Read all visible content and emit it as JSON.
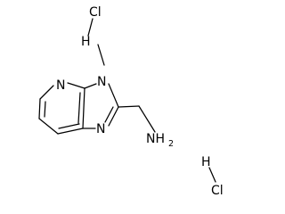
{
  "molecule": {
    "labels": {
      "hcl_top_cl": "Cl",
      "hcl_top_h": "H",
      "pyridine_n": "N",
      "n_methyl": "N",
      "imidazole_n": "N",
      "amine_nh": "NH",
      "amine_sub": "2",
      "hcl_bottom_h": "H",
      "hcl_bottom_cl": "Cl"
    }
  }
}
